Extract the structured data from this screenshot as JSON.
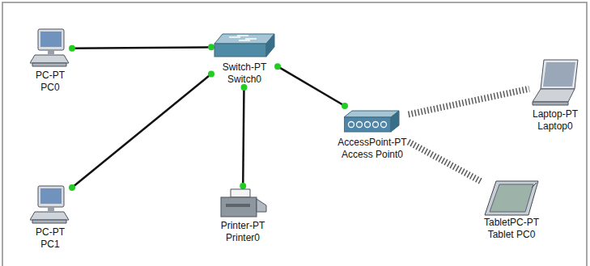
{
  "diagram": {
    "nodes": [
      {
        "text": [
          "PC-PT",
          "PC0"
        ]
      },
      {
        "text": [
          "Switch-PT",
          "Switch0"
        ]
      },
      {
        "text": [
          "AccessPoint-PT",
          "Access Point0"
        ]
      },
      {
        "text": [
          "Laptop-PT",
          "Laptop0"
        ]
      },
      {
        "text": [
          "PC-PT",
          "PC1"
        ]
      },
      {
        "text": [
          "Printer-PT",
          "Printer0"
        ]
      },
      {
        "text": [
          "TabletPC-PT",
          "Tablet PC0"
        ]
      }
    ],
    "edges": [
      {
        "from": 0,
        "to": 1,
        "arrow": "none"
      },
      {
        "from": 1,
        "to": 4,
        "arrow": "none"
      },
      {
        "from": 1,
        "to": 5,
        "arrow": "none"
      },
      {
        "from": 1,
        "to": 2,
        "arrow": "none"
      },
      {
        "from": 2,
        "to": 3,
        "arrow": "none"
      },
      {
        "from": 2,
        "to": 6,
        "arrow": "none"
      }
    ]
  }
}
